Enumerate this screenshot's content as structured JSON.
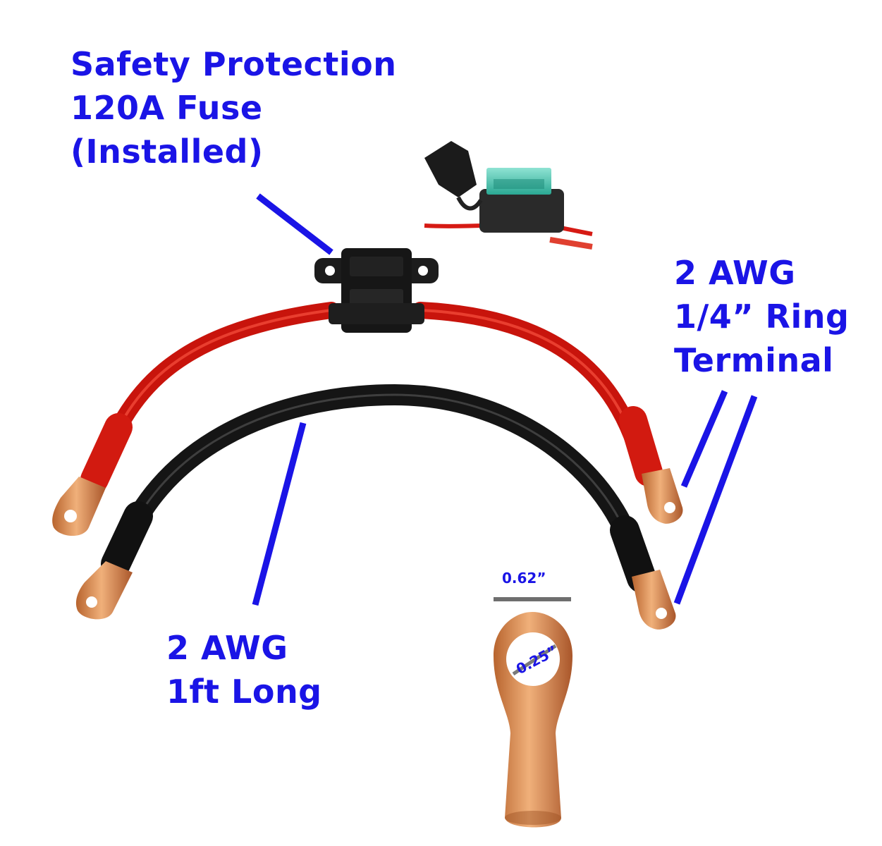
{
  "fuse_callout": {
    "line1": "Safety Protection",
    "line2": "120A Fuse",
    "line3": "(Installed)"
  },
  "ring_callout": {
    "line1": "2 AWG",
    "line2": "1/4” Ring",
    "line3": "Terminal"
  },
  "length_callout": {
    "line1": "2 AWG",
    "line2": "1ft Long"
  },
  "dimensions": {
    "width": "0.62”",
    "hole": "0.25”"
  },
  "colors": {
    "callout_blue": "#1a14e6",
    "red_cable": "#c8140c",
    "black_cable": "#151515",
    "copper": "#d98a4a",
    "fuse_teal": "#3fc4b0"
  }
}
